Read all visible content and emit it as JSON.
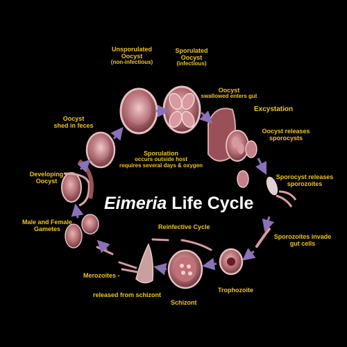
{
  "title": {
    "genus": "Eimeria",
    "rest": "Life Cycle"
  },
  "labels": {
    "unsporulated_l1": "Unsporulated",
    "unsporulated_l2": "Oocyst",
    "unsporulated_l3": "(non-infectious)",
    "sporulated_l1": "Sporulated",
    "sporulated_l2": "Oocyst",
    "sporulated_l3": "(infectious)",
    "swallowed_l1": "Oocyst",
    "swallowed_l2": "swallowed enters gut",
    "excystation": "Excystation",
    "releases_sporocysts_l1": "Oocyst releases",
    "releases_sporocysts_l2": "sporocysts",
    "shed_l1": "Oocyst",
    "shed_l2": "shed in feces",
    "sporulation_l1": "Sporulation",
    "sporulation_l2": "occurs outside host",
    "sporulation_l3": "requires several days & oxygen",
    "developing_l1": "Developing",
    "developing_l2": "Oocyst",
    "sporocyst_releases_l1": "Sporocyst releases",
    "sporocyst_releases_l2": "sporozoites",
    "gametes_l1": "Male and Female",
    "gametes_l2": "Gametes",
    "reinfective": "Reinfective Cycle",
    "sporozoites_l1": "Sporozoites invade",
    "sporozoites_l2": "gut cells",
    "merozoites_l1": "Merozoites -",
    "merozoites_l2": "released from schizont",
    "trophozoite": "Trophozoite",
    "schizont": "Schizont"
  },
  "colors": {
    "label": "#f0c418",
    "title": "#ffffff",
    "arrow": "#8a72b8",
    "cell_fill": "#b06a70",
    "cell_edge": "#e8c0c0",
    "cell_inner": "#d89aa0"
  }
}
